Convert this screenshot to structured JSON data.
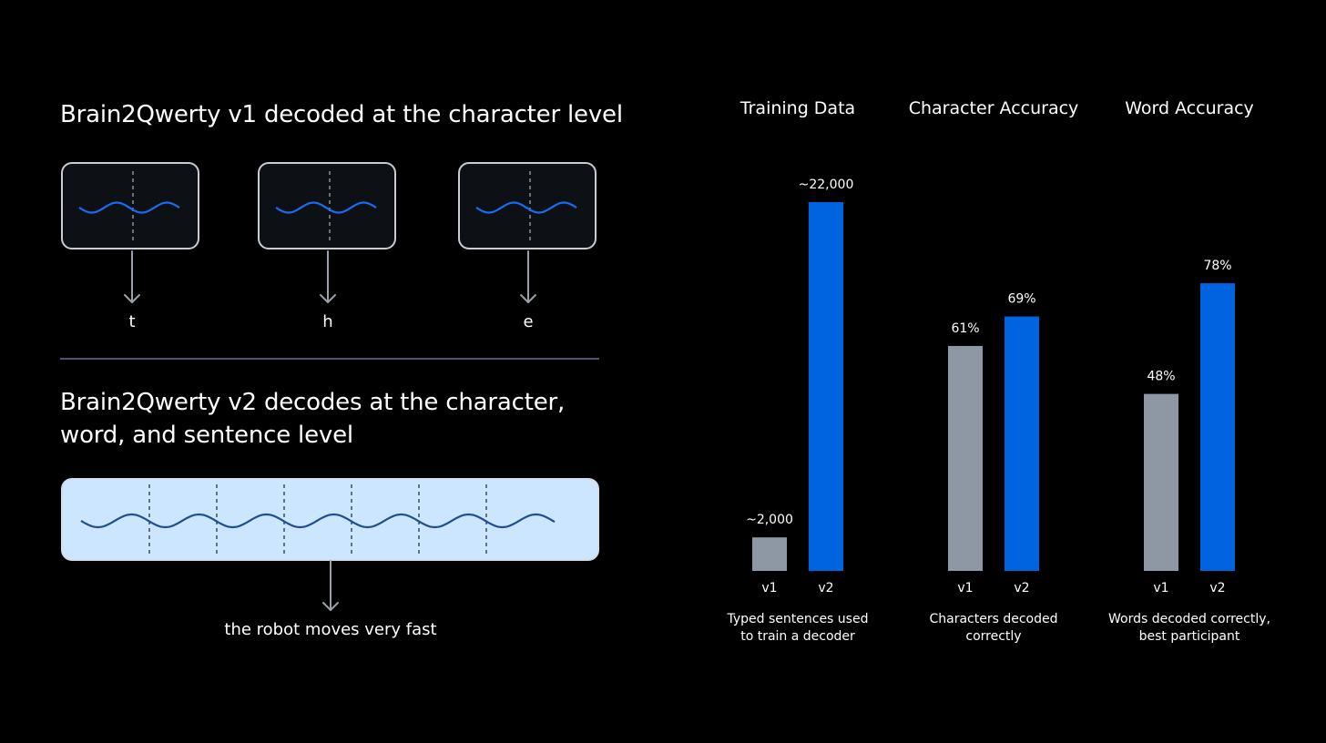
{
  "left": {
    "v1_heading": "Brain2Qwerty v1 decoded at the character level",
    "v1_outputs": [
      "t",
      "h",
      "e"
    ],
    "v2_heading_line1": "Brain2Qwerty v2 decodes at the character,",
    "v2_heading_line2": "word, and sentence level",
    "v2_output": "the robot moves very fast"
  },
  "colors": {
    "background": "#000000",
    "v1_bar": "#8e98a4",
    "v2_bar": "#0064e0",
    "wave": "#1a6cf0",
    "sentence_wave": "#1f4f8f",
    "sentence_box": "#cde6ff",
    "divider": "#4d5470"
  },
  "chart_data": [
    {
      "type": "bar",
      "title": "Training Data",
      "categories": [
        "v1",
        "v2"
      ],
      "values": [
        2000,
        22000
      ],
      "value_labels": [
        "~2,000",
        "~22,000"
      ],
      "caption_line1": "Typed sentences used",
      "caption_line2": "to train a decoder",
      "ylim": [
        0,
        22000
      ]
    },
    {
      "type": "bar",
      "title": "Character Accuracy",
      "categories": [
        "v1",
        "v2"
      ],
      "values": [
        61,
        69
      ],
      "value_labels": [
        "61%",
        "69%"
      ],
      "caption_line1": "Characters decoded",
      "caption_line2": "correctly",
      "ylim": [
        0,
        100
      ]
    },
    {
      "type": "bar",
      "title": "Word Accuracy",
      "categories": [
        "v1",
        "v2"
      ],
      "values": [
        48,
        78
      ],
      "value_labels": [
        "48%",
        "78%"
      ],
      "caption_line1": "Words decoded correctly,",
      "caption_line2": "best participant",
      "ylim": [
        0,
        100
      ]
    }
  ]
}
